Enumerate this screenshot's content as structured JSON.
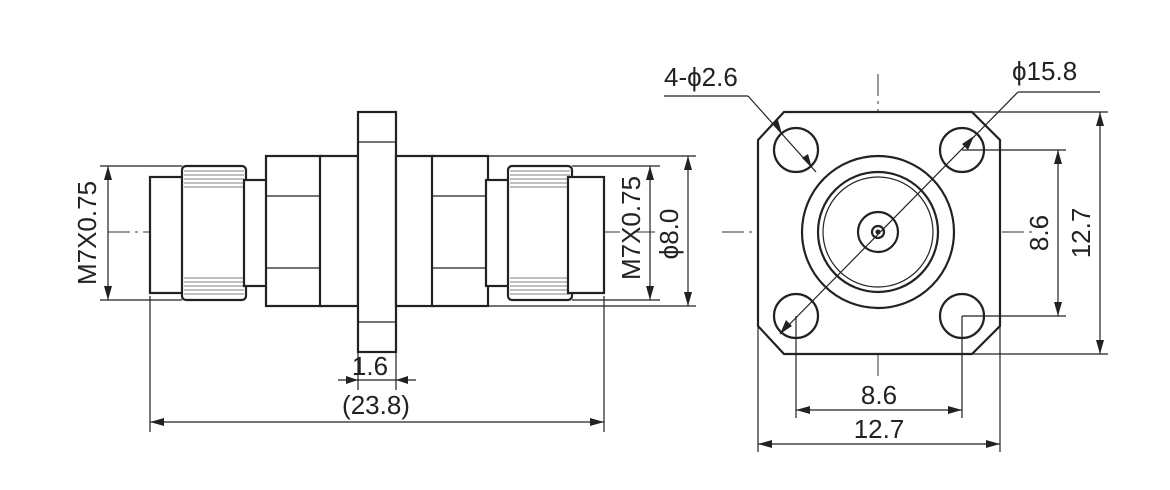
{
  "side_view": {
    "thread_left": "M7X0.75",
    "thread_right": "M7X0.75",
    "flange_dia": "ϕ8.0",
    "flange_thickness": "1.6",
    "overall_length": "(23.8)"
  },
  "front_view": {
    "holes": "4-ϕ2.6",
    "bolt_circle": "ϕ15.8",
    "hole_spacing_v": "8.6",
    "flange_height": "12.7",
    "hole_spacing_h": "8.6",
    "flange_width": "12.7"
  },
  "colors": {
    "line": "#222222",
    "background": "#ffffff"
  }
}
